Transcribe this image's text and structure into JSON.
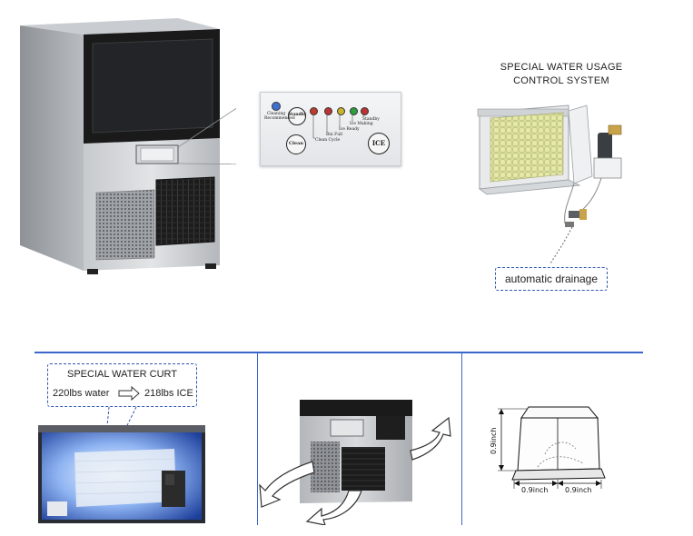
{
  "control_panel": {
    "buttons": {
      "standby": "Standby",
      "clean": "Clean",
      "ice": "ICE"
    },
    "indicators": {
      "cleaning_recommended": "Cleaning Recommended",
      "bin_full": "Bin Full",
      "clean_cycle": "Clean Cycle",
      "ice_ready": "Ice Ready",
      "ice_making": "Ice Making",
      "standby": "Standby"
    },
    "indicator_colors": {
      "blue": "#3f6fd1",
      "red": "#c0392b",
      "green": "#2e9e3e",
      "yellow": "#c9b52c"
    }
  },
  "water_system": {
    "title_line1": "SPECIAL WATER USAGE",
    "title_line2": "CONTROL SYSTEM",
    "drain_label": "automatic drainage"
  },
  "curtain": {
    "title": "SPECIAL WATER CURT",
    "water": "220lbs water",
    "ice": "218lbs ICE"
  },
  "cube": {
    "height": "0.9inch",
    "width": "0.9inch",
    "depth": "0.9inch"
  },
  "colors": {
    "accent": "#3b66c9",
    "steel": "#a8acb1",
    "panel_black": "#1a1a1a"
  }
}
